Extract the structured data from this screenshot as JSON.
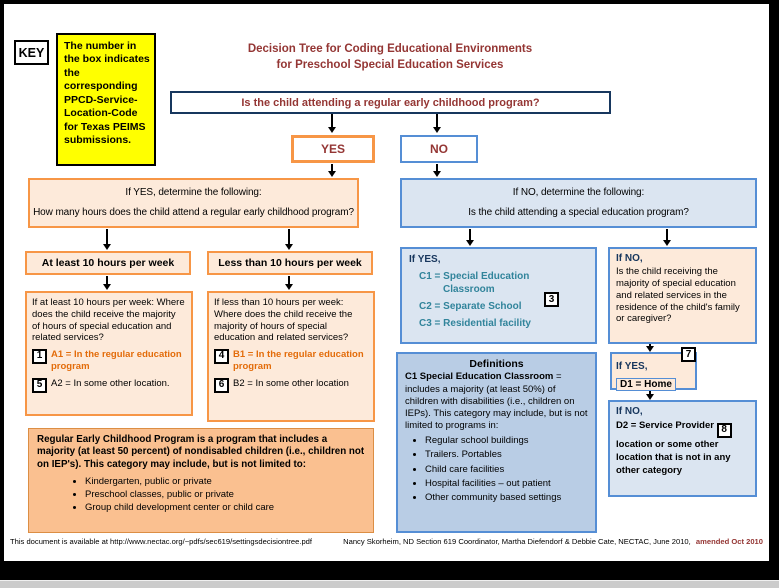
{
  "colors": {
    "maroon": "#943634",
    "orange_border": "#F79646",
    "orange_text": "#E36C0A",
    "blue_border": "#558ED5",
    "navy_border": "#17375E",
    "teal_text": "#31849B",
    "cream_bg": "#FDEADA",
    "light_blue_bg": "#DBE5F1",
    "medium_blue_bg": "#B9CDE5",
    "salmon_bg": "#FAC090",
    "yellow_bg": "#FFFF00"
  },
  "frame": {
    "key_label": "KEY",
    "key_note": "The number in the box indicates the corresponding PPCD-Service-Location-Code for Texas PEIMS submissions.",
    "title_line1": "Decision Tree for Coding Educational Environments",
    "title_line2": "for Preschool Special Education Services",
    "footer_url": "This document is available at http://www.nectac.org/~pdfs/sec619/settingsdecisiontree.pdf",
    "footer_credits": "Nancy Skorheim, ND Section 619 Coordinator, Martha Diefendorf & Debbie Cate, NECTAC, June 2010,",
    "footer_amended": "amended Oct 2010"
  },
  "root": {
    "question": "Is the child attending a regular early childhood program?",
    "yes_label": "YES",
    "no_label": "NO"
  },
  "yes_branch": {
    "determine_line1": "If YES, determine the following:",
    "determine_line2": "How many hours does the child attend a regular early childhood program?",
    "at_least_label": "At least 10 hours per week",
    "less_than_label": "Less than 10 hours per week",
    "at_least_detail": {
      "question": "If at least 10 hours per week: Where does the child receive the majority of hours of special education and related services?",
      "a1_code": "1",
      "a1_text": "A1 = In the regular education program",
      "a2_code": "5",
      "a2_text": "A2 = In some other location."
    },
    "less_than_detail": {
      "question": "If less than 10 hours per week: Where does the child receive the majority of hours of special education and related services?",
      "b1_code": "4",
      "b1_text": "B1 = In the regular education program",
      "b2_code": "6",
      "b2_text": "B2 = In some other location"
    },
    "recp": {
      "intro": "Regular Early Childhood Program is a program that includes a majority (at least 50 percent) of nondisabled children (i.e., children not on IEP's). This category may include, but is not limited to:",
      "bullets": [
        "Kindergarten, public or private",
        "Preschool classes, public or private",
        "Group child development center or child care"
      ]
    }
  },
  "no_branch": {
    "determine_line1": "If NO, determine the following:",
    "determine_line2": "Is the child attending a special education program?",
    "if_yes": {
      "label": "If YES,",
      "c1": "C1 = Special Education Classroom",
      "c2": "C2 = Separate School",
      "c3": "C3 = Residential facility",
      "code": "3"
    },
    "if_no": {
      "label": "If NO,",
      "question": "Is the child receiving the majority of special education and related services in the residence of the child's family or caregiver?"
    },
    "d1": {
      "label": "If YES,",
      "value": "D1 = Home",
      "code": "7"
    },
    "d2": {
      "label": "If NO,",
      "text_before": "D2 = Service Provider",
      "code": "8",
      "text_after": "location or some other location that is not in any other category"
    },
    "definitions": {
      "title": "Definitions",
      "term": "C1 Special Education Classroom",
      "body": "= includes a majority (at least 50%) of children with disabilities (i.e., children on IEPs). This category may include, but is not limited to programs in:",
      "bullets": [
        "Regular school buildings",
        "Trailers. Portables",
        "Child care facilities",
        "Hospital facilities – out patient",
        "Other community based settings"
      ]
    }
  }
}
